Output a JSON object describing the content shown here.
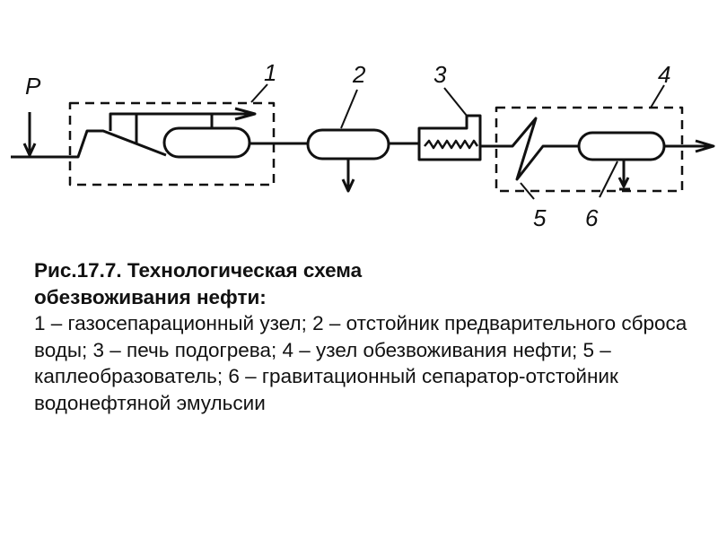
{
  "diagram": {
    "labels": {
      "p": "P",
      "n1": "1",
      "n2": "2",
      "n3": "3",
      "n4": "4",
      "n5": "5",
      "n6": "6"
    }
  },
  "caption": {
    "title_line1": "Рис.17.7. Технологическая схема",
    "title_line2": "обезвоживания нефти:",
    "body": "1 – газосепарационный узел; 2 – отстойник предварительного сброса воды; 3 – печь подогрева; 4 – узел обезвоживания нефти; 5 – каплеобразователь; 6 – гравитационный сепаратор-отстойник водонефтяной эмульсии"
  }
}
